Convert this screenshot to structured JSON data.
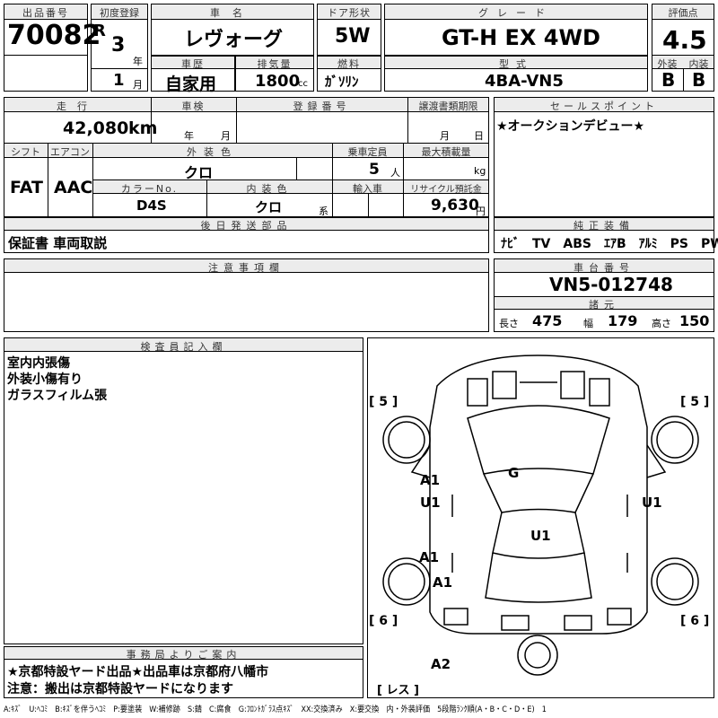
{
  "row1": {
    "lot_label": "出品番号",
    "lot_value": "70082",
    "first_reg_label": "初度登録",
    "era": "R",
    "year_value": "3",
    "year_unit": "年",
    "month_value": "1",
    "month_unit": "月",
    "car_name_label": "車名",
    "car_name_value": "レヴォーグ",
    "door_label": "ドア形状",
    "door_value": "5W",
    "grade_label": "グレード",
    "grade_value": "GT-H EX 4WD",
    "score_label": "評価点",
    "score_value": "4.5",
    "history_label": "車歴",
    "history_value": "自家用",
    "displacement_label": "排気量",
    "displacement_value": "1800",
    "displacement_unit": "cc",
    "fuel_label": "燃料",
    "fuel_value": "ｶﾞｿﾘﾝ",
    "model_label": "型式",
    "model_value": "4BA-VN5",
    "exterior_label": "外装",
    "exterior_value": "B",
    "interior_label": "内装",
    "interior_value": "B"
  },
  "row2": {
    "mileage_label": "走行",
    "mileage_value": "42,080",
    "mileage_unit": "km",
    "inspection_label": "車検",
    "inspection_year": "年",
    "inspection_month": "月",
    "regno_label": "登録番号",
    "deadline_label": "譲渡書類期限",
    "deadline_month": "月",
    "deadline_day": "日",
    "shift_label": "シフト",
    "shift_value": "FAT",
    "ac_label": "エアコン",
    "ac_value": "AAC",
    "ext_color_label": "外装色",
    "ext_color_value": "クロ",
    "capacity_label": "乗車定員",
    "capacity_value": "5",
    "capacity_unit": "人",
    "load_label": "最大積載量",
    "load_unit": "kg",
    "color_no_label": "カラーNo.",
    "color_no_value": "D4S",
    "int_color_label": "内装色",
    "int_color_value": "クロ",
    "int_color_unit": "系",
    "import_label": "輸入車",
    "recycle_label": "リサイクル預託金",
    "recycle_value": "9,630",
    "recycle_unit": "円"
  },
  "sales_point": {
    "label": "セールスポイント",
    "text": "★オークションデビュー★"
  },
  "later_parts": {
    "label": "後日発送部品",
    "text": "保証書 車両取説"
  },
  "equipment": {
    "label": "純正装備",
    "text": "ﾅﾋﾞ　TV　ABS　ｴｱB　ｱﾙﾐ　PS　PW"
  },
  "notes": {
    "label": "注意事項欄"
  },
  "chassis": {
    "label": "車台番号",
    "value": "VN5-012748"
  },
  "dimensions": {
    "label": "諸元",
    "length_label": "長さ",
    "length_value": "475",
    "width_label": "幅",
    "width_value": "179",
    "height_label": "高さ",
    "height_value": "150"
  },
  "inspector": {
    "label": "検査員記入欄",
    "lines": [
      "室内内張傷",
      "外装小傷有り",
      "ガラスフィルム張"
    ]
  },
  "office": {
    "label": "事務局よりご案内",
    "line1": "★京都特設ヤード出品★出品車は京都府八幡市",
    "line2": "注意：搬出は京都特設ヤードになります"
  },
  "diagram": {
    "tire_fl": "[ 5 ]",
    "tire_fr": "[ 5 ]",
    "tire_rl": "[ 6 ]",
    "tire_rr": "[ 6 ]",
    "spare": "[ レス ]",
    "marks": [
      "A1",
      "U1",
      "G",
      "U1",
      "A1",
      "U1",
      "A1",
      "A2"
    ]
  },
  "legend": "A:ｷｽﾞ　U:ﾍｺﾐ　B:ｷｽﾞを伴うﾍｺﾐ　P:要塗装　W:補修跡　S:錆　C:腐食　G:ﾌﾛﾝﾄｶﾞﾗｽ点ｷｽﾞ　XX:交換済み　X:要交換　内・外装評価　5段階ﾗﾝｸ順(A・B・C・D・E)　1"
}
